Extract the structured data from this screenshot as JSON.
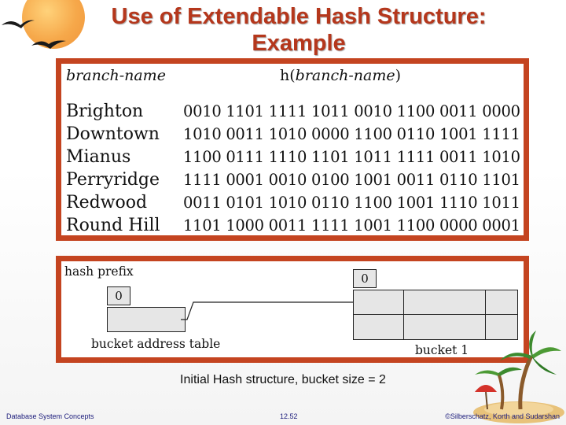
{
  "slide": {
    "title_line1": "Use of Extendable Hash Structure:",
    "title_line2": "Example"
  },
  "table": {
    "header_name": "branch-name",
    "header_hash_prefix": "h(",
    "header_hash_arg": "branch-name",
    "header_hash_suffix": ")",
    "rows": [
      {
        "name": "Brighton",
        "hash": "0010 1101 1111 1011 0010 1100 0011 0000"
      },
      {
        "name": "Downtown",
        "hash": "1010 0011 1010 0000 1100 0110 1001 1111"
      },
      {
        "name": "Mianus",
        "hash": "1100 0111 1110 1101 1011 1111 0011 1010"
      },
      {
        "name": "Perryridge",
        "hash": "1111 0001 0010 0100 1001 0011 0110 1101"
      },
      {
        "name": "Redwood",
        "hash": "0011 0101 1010 0110 1100 1001 1110 1011"
      },
      {
        "name": "Round Hill",
        "hash": "1101 1000 0011 1111 1001 1100 0000 0001"
      }
    ]
  },
  "diagram": {
    "hash_prefix_label": "hash prefix",
    "global_depth": "0",
    "bucket_address_table_label": "bucket address table",
    "bucket_depth": "0",
    "bucket_label": "bucket 1"
  },
  "caption": "Initial Hash structure, bucket size = 2",
  "footer": {
    "left": "Database System Concepts",
    "center": "12.52",
    "right": "©Silberschatz, Korth and Sudarshan"
  },
  "colors": {
    "title": "#b5371c",
    "panel_border": "#c44420",
    "footer_text": "#1a1a7a"
  }
}
